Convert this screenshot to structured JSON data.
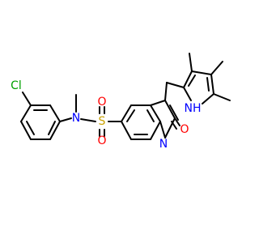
{
  "molecule": {
    "atoms": {
      "cl": "Cl",
      "n_sulfonamide": "N",
      "s": "S",
      "o_sulfonyl_top": "O",
      "o_sulfonyl_bottom": "O",
      "o_carbonyl": "O",
      "n_ring": "N",
      "nh_pyrrole": "NH"
    },
    "colors": {
      "carbon": "#000000",
      "chlorine": "#00a000",
      "nitrogen": "#0000ff",
      "oxygen": "#ff0000",
      "sulfur": "#c8a000"
    }
  }
}
